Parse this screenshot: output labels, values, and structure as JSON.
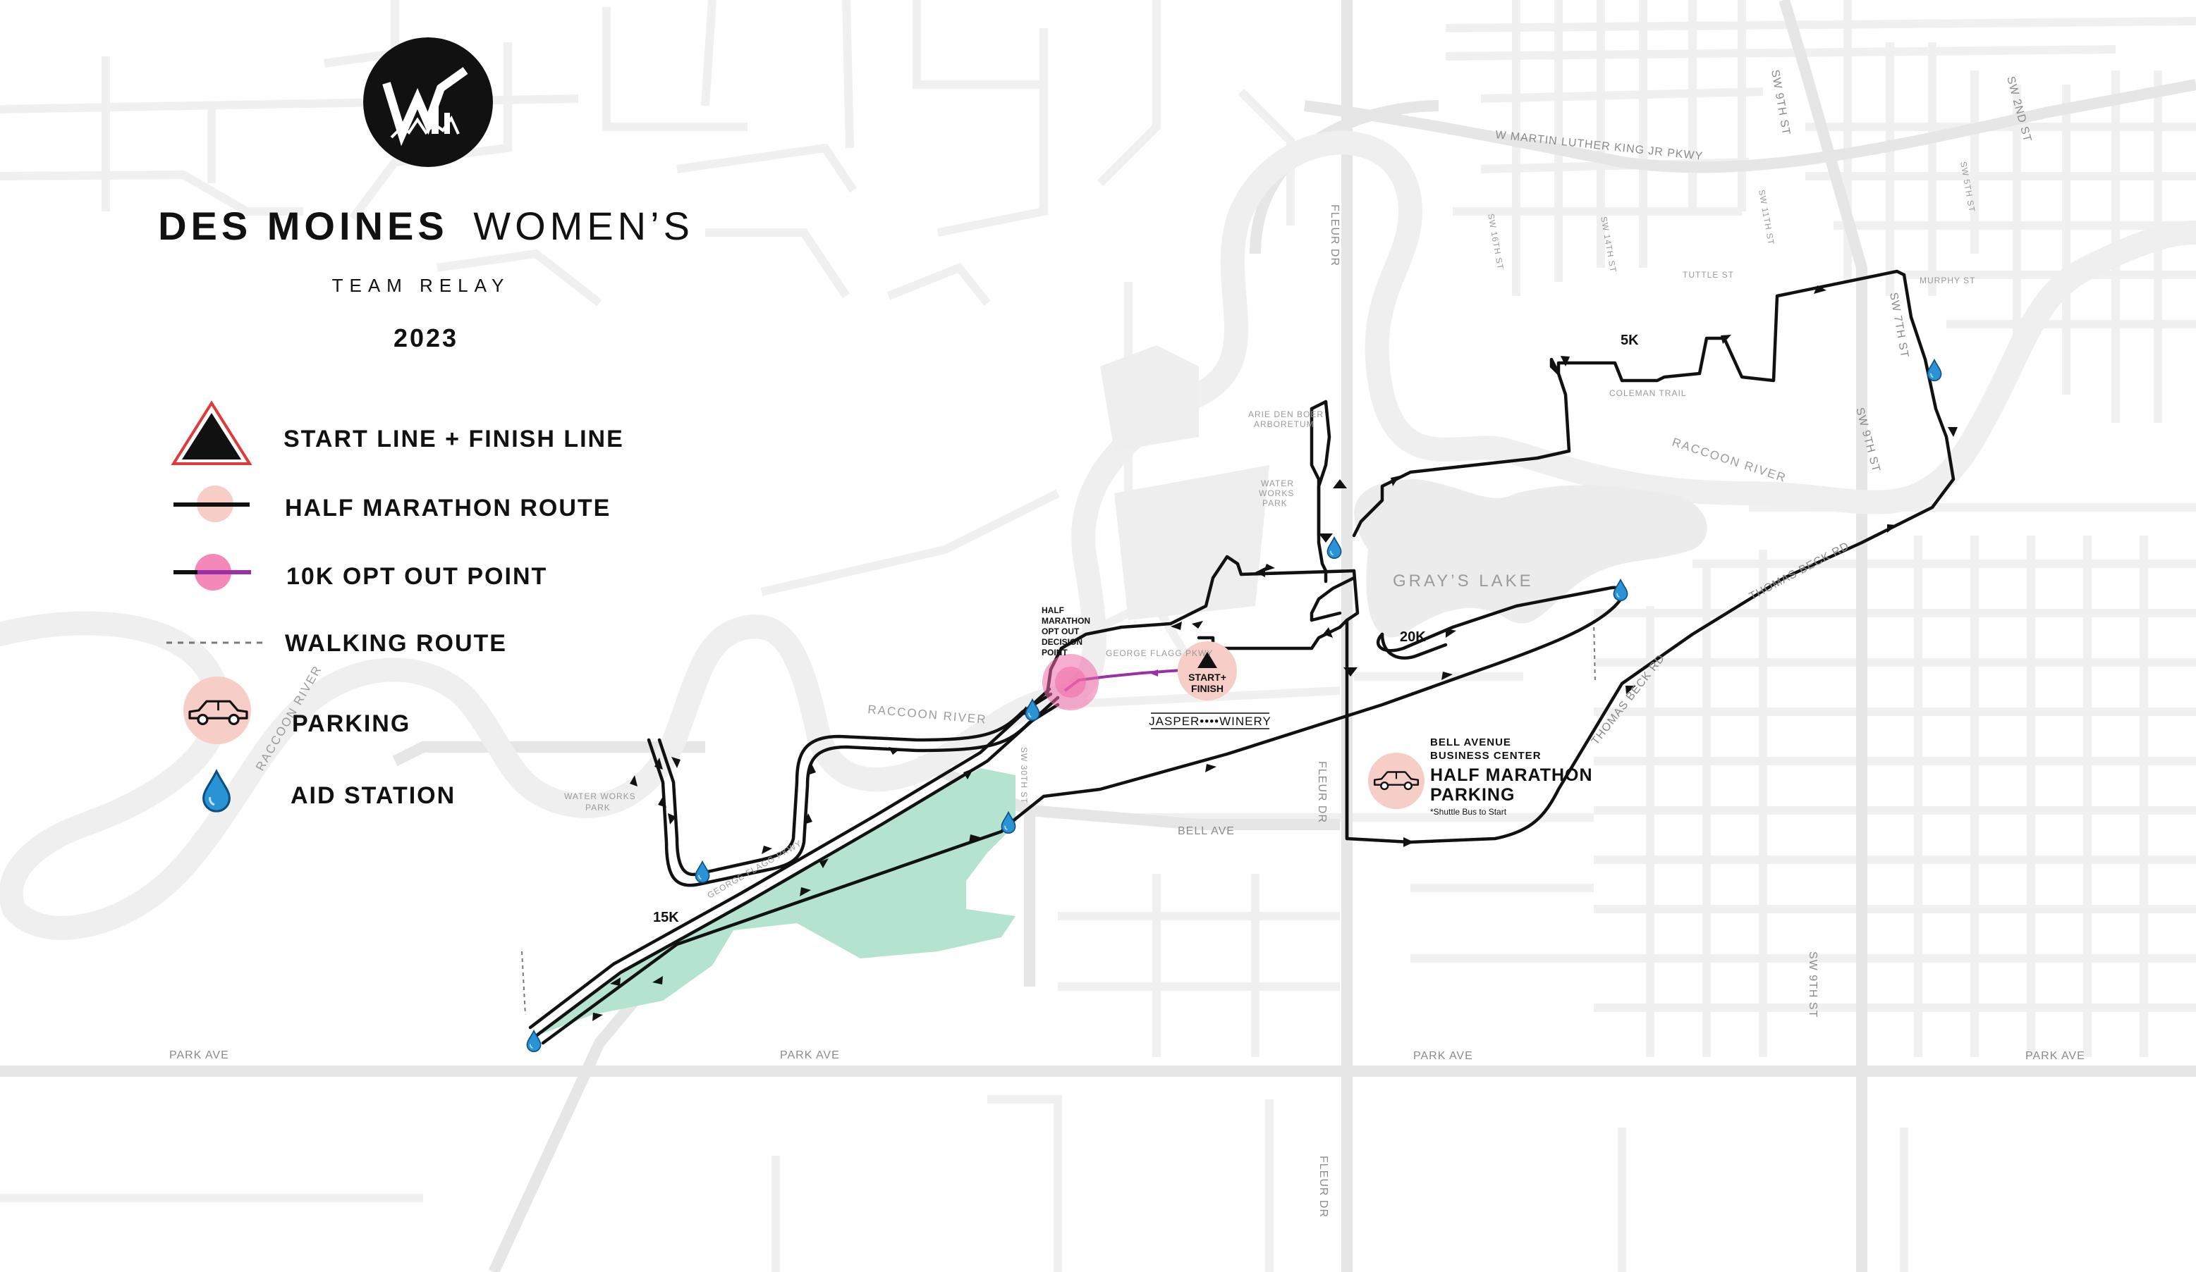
{
  "title": {
    "line1_bold": "DES MOINES",
    "line1_light": "WOMEN’S",
    "line2": "TEAM RELAY",
    "year": "2023"
  },
  "legend": {
    "start_finish": "START LINE + FINISH LINE",
    "half_marathon_route": "HALF MARATHON ROUTE",
    "opt_out_point": "10K OPT OUT POINT",
    "walking_route": "WALKING ROUTE",
    "parking": "PARKING",
    "aid_station": "AID STATION"
  },
  "streets": {
    "mlk": "W MARTIN LUTHER KING JR PKWY",
    "fleur_dr": "FLEUR DR",
    "sw_9th_st": "SW 9TH ST",
    "sw_2nd_st": "SW 2ND ST",
    "sw_5th_st": "SW 5TH ST",
    "sw_11th_st": "SW 11TH ST",
    "sw_14th_st": "SW 14TH ST",
    "sw_16th_st": "SW 16TH ST",
    "sw_7th_st": "SW 7TH ST",
    "sw_30th_st": "SW 30TH ST",
    "tuttle_st": "TUTTLE ST",
    "murphy_st": "MURPHY ST",
    "coleman_trail": "COLEMAN TRAIL",
    "thomas_beck_rd": "THOMAS BECK RD",
    "bell_ave": "BELL AVE",
    "park_ave": "PARK AVE",
    "george_flagg": "GEORGE FLAGG PKWY"
  },
  "places": {
    "raccoon_river": "RACCOON RIVER",
    "grays_lake": "GRAY’S LAKE",
    "arboretum_1": "ARIE DEN BOER",
    "arboretum_2": "ARBORETUM",
    "water_works_a": "WATER",
    "water_works_b": "WORKS",
    "water_works_c": "PARK",
    "water_works_park_1": "WATER WORKS",
    "water_works_park_2": "PARK",
    "jasper_winery": "JASPER••••WINERY"
  },
  "markers": {
    "km_5k": "5K",
    "km_15k": "15K",
    "km_20k": "20K",
    "start_finish_1": "START+",
    "start_finish_2": "FINISH",
    "opt_out_1": "HALF",
    "opt_out_2": "MARATHON",
    "opt_out_3": "OPT OUT",
    "opt_out_4": "DECISION",
    "opt_out_5": "POINT"
  },
  "parking_area": {
    "line1": "BELL AVENUE",
    "line2": "BUSINESS CENTER",
    "line3": "HALF MARATHON",
    "line4": "PARKING",
    "note": "*Shuttle Bus to Start"
  },
  "colors": {
    "route": "#111111",
    "opt_out": "#9b2fa8",
    "opt_out_dot": "#f06aa8",
    "start_fill": "#f7cdc7",
    "start_outline": "#e03a3a",
    "park_green": "#b4e3cf",
    "aid_blue": "#2a93d5",
    "river": "#efefef",
    "street": "#f2f2f2"
  },
  "icons": {
    "start": "start-finish-triangle-icon",
    "parking": "car-icon",
    "aid": "water-drop-icon",
    "logo": "dmwtr-logo-icon"
  }
}
